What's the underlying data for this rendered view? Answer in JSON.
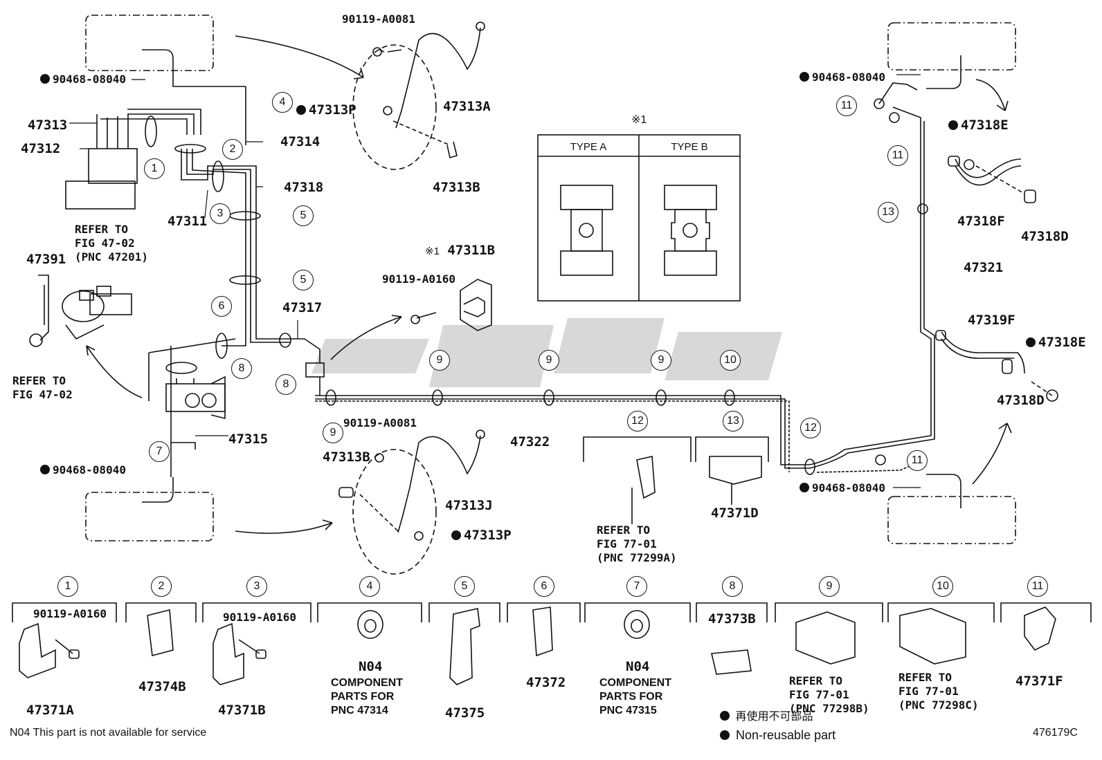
{
  "parts": {
    "p90119A0081_top": "90119-A0081",
    "p90468_tl": "90468-08040",
    "p47313P_top": "47313P",
    "p47313A": "47313A",
    "p47313B_top": "47313B",
    "p47313": "47313",
    "p47312": "47312",
    "p47314": "47314",
    "p47318": "47318",
    "p47311": "47311",
    "p47391": "47391",
    "p47311B": "47311B",
    "p90119A0160_mid": "90119-A0160",
    "p47317": "47317",
    "p47315": "47315",
    "p90468_bl": "90468-08040",
    "p90119A0081_bot": "90119-A0081",
    "p47313B_bot": "47313B",
    "p47313J": "47313J",
    "p47313P_bot": "47313P",
    "p47322": "47322",
    "p47371D": "47371D",
    "p90468_tr": "90468-08040",
    "p47318E_top": "47318E",
    "p47318F": "47318F",
    "p47318D_top": "47318D",
    "p47321": "47321",
    "p47319F": "47319F",
    "p47318E_bot": "47318E",
    "p47318D_bot": "47318D",
    "p90468_br": "90468-08040"
  },
  "refs": {
    "fig47_02_pnc": "REFER TO\nFIG 47-02\n(PNC 47201)",
    "fig47_02": "REFER TO\nFIG 47-02",
    "fig77_01_a": "REFER TO\nFIG 77-01\n(PNC 77299A)"
  },
  "detail": {
    "mark": "※1",
    "mark_small": "※1",
    "type_a": "TYPE A",
    "type_b": "TYPE B"
  },
  "callouts": [
    "1",
    "2",
    "3",
    "4",
    "5",
    "6",
    "7",
    "8",
    "9",
    "10",
    "11",
    "12",
    "13"
  ],
  "legend_row": {
    "c1_a": "90119-A0160",
    "c1_b": "47371A",
    "c2": "47374B",
    "c3_a": "90119-A0160",
    "c3_b": "47371B",
    "c4_a": "N04",
    "c4_b": "COMPONENT\nPARTS FOR\nPNC 47314",
    "c5": "47375",
    "c6": "47372",
    "c7_a": "N04",
    "c7_b": "COMPONENT\nPARTS FOR\nPNC 47315",
    "c8": "47373B",
    "c9": "REFER TO\nFIG 77-01\n(PNC 77298B)",
    "c10": "REFER TO\nFIG 77-01\n(PNC 77298C)",
    "c11": "47371F"
  },
  "footer": {
    "n04_note": "N04 This part is not available for service",
    "jp_note": "再使用不可部品",
    "en_note": "Non-reusable part",
    "code": "476179C"
  }
}
